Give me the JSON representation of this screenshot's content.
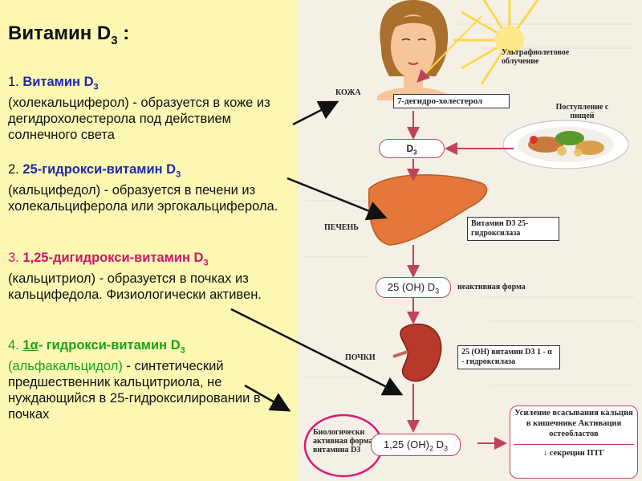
{
  "title": "Витамин D3 :",
  "items": [
    {
      "num": "1.",
      "head": "Витамин D3",
      "text": "(холекальциферол) - образуется в коже из дегидрохолестерола под действием солнечного света"
    },
    {
      "num": "2.",
      "head": "25-гидрокси-витамин D3",
      "text": "(кальцифедол) - образуется в печени из холекальциферола или эргокальциферола."
    },
    {
      "num": "3.",
      "head": "1,25-дигидрокси-витамин D3",
      "text": "(кальцитриол) - образуется в почках из кальцифедола. Физиологически активен."
    },
    {
      "num": "4.",
      "head_alpha": "1α- гидрокси-витамин D3",
      "text_green": "(альфакальцидол)",
      "text": "- синтетический предшественник кальцитриола, не нуждающийся в 25-гидроксилировании в почках"
    }
  ],
  "diagram": {
    "uv_label": "Ультрафиолетовое облучение",
    "skin_label": "КОЖА",
    "precursor": "7-дегидро-холестерол",
    "food_label": "Поступление с пищей",
    "d3": "D3",
    "liver_label": "ПЕЧЕНЬ",
    "liver_enzyme": "Витамин D3 25-гидроксилаза",
    "oh_d3": "25 (OH) D3",
    "inactive": "неактивная форма",
    "kidney_label": "ПОЧКИ",
    "kidney_enzyme": "25 (OH) витамин D3 1 - α - гидроксилаза",
    "active_label": "Биологически активная форма витамина D3",
    "oh2_d3": "1,25 (OH)2 D3",
    "effects": "Усиление всасывания кальция в кишечнике Активация остеобластов",
    "ptg": "↓ секреции ПТГ"
  },
  "colors": {
    "left_bg": "#fcf8b4",
    "blue": "#1f2aa8",
    "magenta": "#d0146a",
    "green": "#1aa21a",
    "arrow": "#c0435a"
  }
}
